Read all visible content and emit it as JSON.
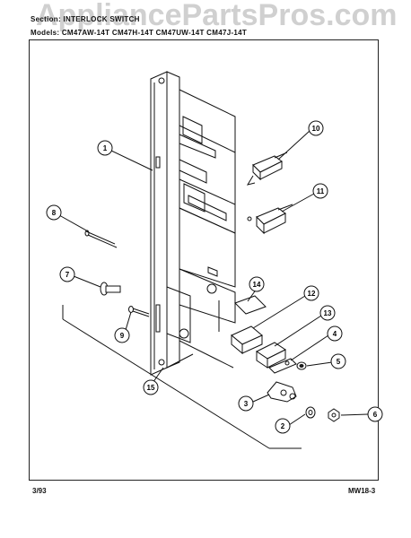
{
  "header": {
    "section_line": "Section: INTERLOCK SWITCH",
    "models_line": "Models: CM47AW-14T   CM47H-14T   CM47UW-14T   CM47J-14T"
  },
  "watermark": "AppliancePartsPros.com",
  "footer": {
    "date": "3/93",
    "code": "MW18-3"
  },
  "callouts": [
    "1",
    "2",
    "3",
    "4",
    "5",
    "6",
    "7",
    "8",
    "9",
    "10",
    "11",
    "12",
    "13",
    "14",
    "15"
  ]
}
